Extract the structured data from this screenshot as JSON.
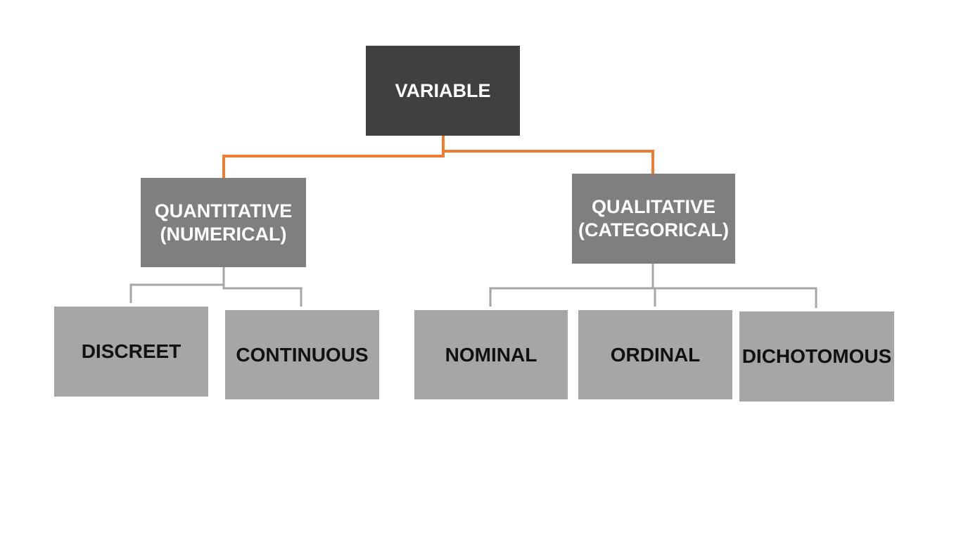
{
  "diagram": {
    "root": {
      "label": "VARIABLE"
    },
    "quantitative": {
      "label": "QUANTITATIVE\n(NUMERICAL)",
      "children": [
        "DISCREET",
        "CONTINUOUS"
      ]
    },
    "qualitative": {
      "label": "QUALITATIVE\n(CATEGORICAL)",
      "children": [
        "NOMINAL",
        "ORDINAL",
        "DICHOTOMOUS"
      ]
    }
  },
  "colors": {
    "root_fill": "#404040",
    "category_fill": "#7f7f7f",
    "leaf_fill": "#a6a6a6",
    "root_connector": "#ed7d31",
    "leaf_connector": "#a6a6a6"
  }
}
